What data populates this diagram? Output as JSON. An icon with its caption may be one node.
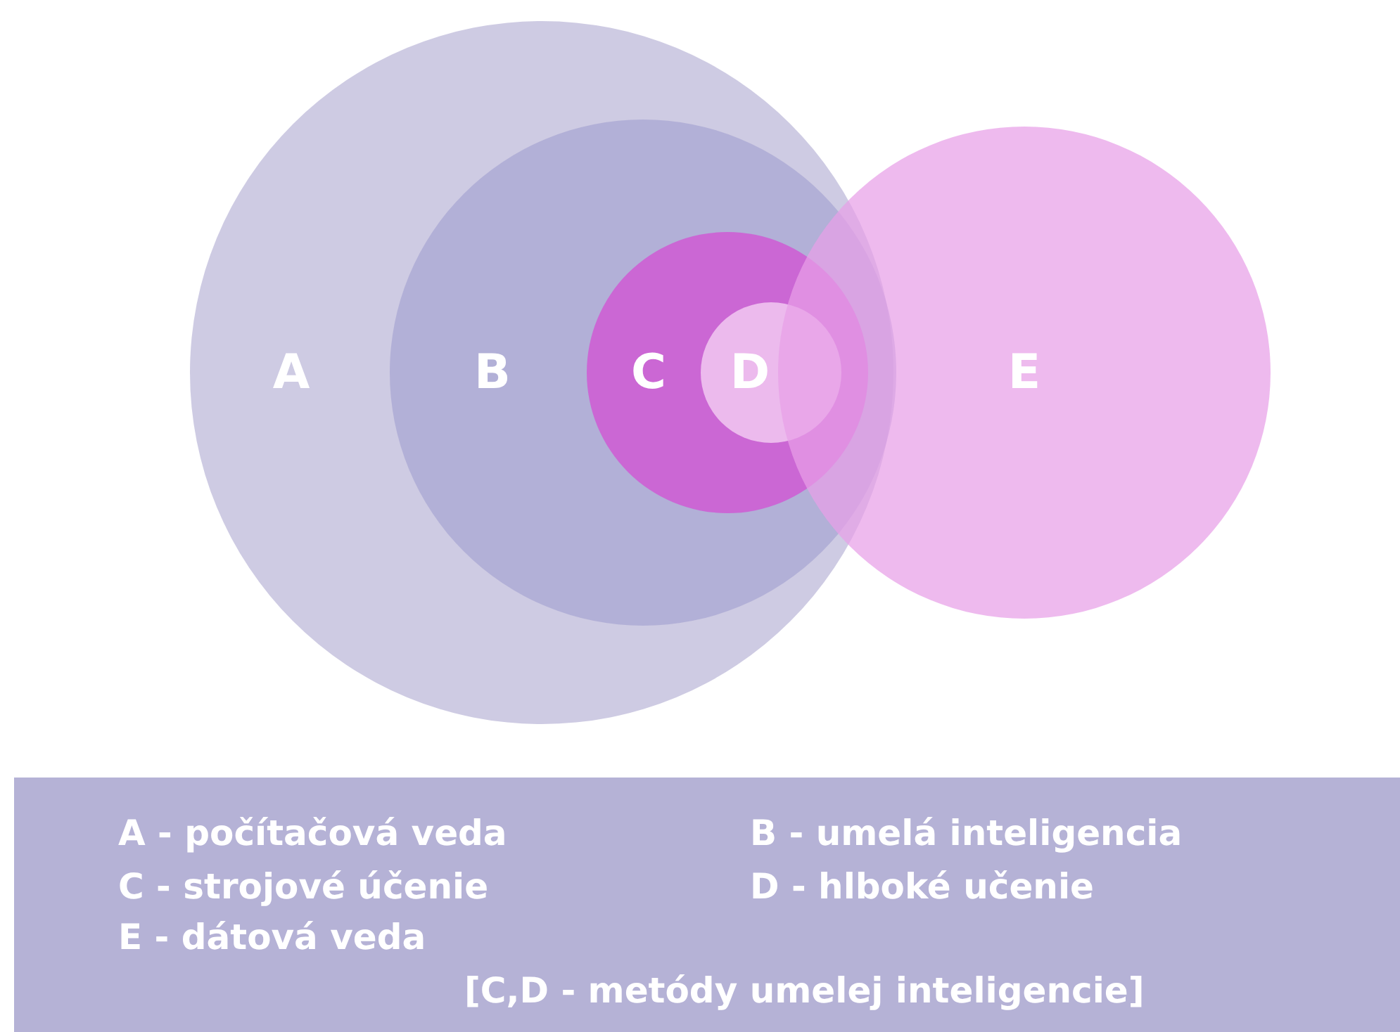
{
  "diagram": {
    "nodes": [
      {
        "text": [
          "A"
        ]
      },
      {
        "text": [
          "B"
        ],
        "in": 0
      },
      {
        "text": [
          "C"
        ],
        "in": 1
      },
      {
        "text": [
          "D"
        ],
        "in": 2
      },
      {
        "text": [
          "E"
        ]
      }
    ],
    "labels": [
      "A - počítačová veda",
      "B - umelá inteligencia",
      "C - strojové účenie",
      "D - hlboké učenie",
      "E - dátová veda",
      "[C,D - metódy umelej inteligencie]"
    ]
  }
}
